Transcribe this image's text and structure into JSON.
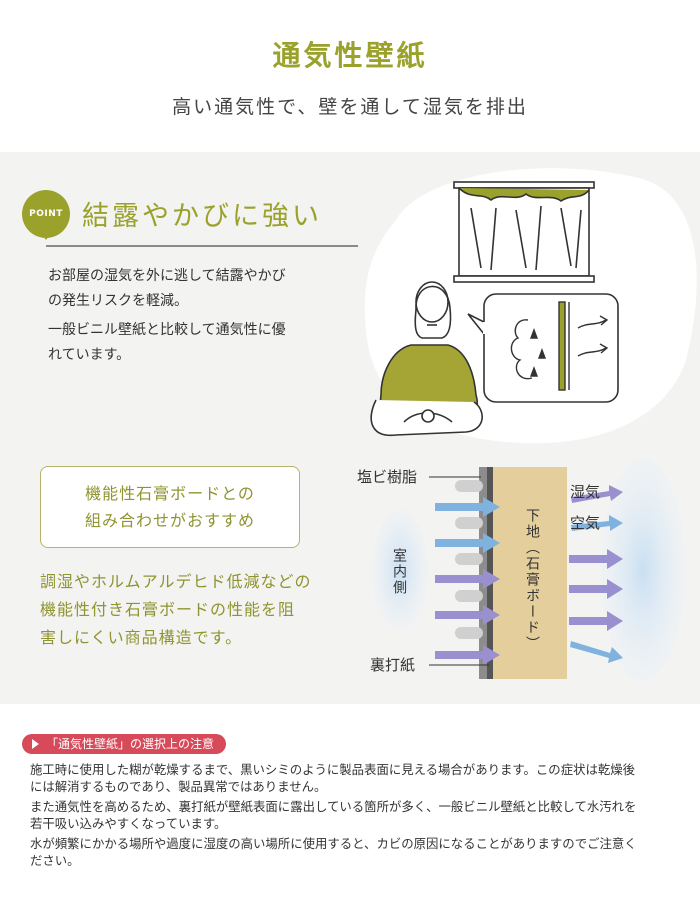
{
  "header": {
    "title": "通気性壁紙",
    "subtitle": "高い通気性で、壁を通して湿気を排出"
  },
  "point": {
    "badge": "POINT",
    "title": "結露やかびに強い",
    "paragraph1_line1": "お部屋の湿気を外に逃して結露やかび",
    "paragraph1_line2": "の発生リスクを軽減。",
    "paragraph2_line1": "一般ビニル壁紙と比較して通気性に優",
    "paragraph2_line2": "れています。"
  },
  "recommend": {
    "line1": "機能性石膏ボードとの",
    "line2": "組み合わせがおすすめ",
    "desc_line1": "調湿やホルムアルデヒド低減などの",
    "desc_line2": "機能性付き石膏ボードの性能を阻",
    "desc_line3": "害しにくい商品構造です。"
  },
  "diagram": {
    "label_pvc": "塩ビ樹脂",
    "label_backing": "裏打紙",
    "label_indoor": "室内側",
    "label_board": "下地（石膏ボード）",
    "label_humidity": "湿気",
    "label_air": "空気"
  },
  "notice": {
    "badge": "「通気性壁紙」の選択上の注意",
    "p1_line1": "施工時に使用した糊が乾燥するまで、黒いシミのように製品表面に見える場合があります。この症状は乾燥後",
    "p1_line2": "には解消するものであり、製品異常ではありません。",
    "p2_line1": "また通気性を高めるため、裏打紙が壁紙表面に露出している箇所が多く、一般ビニル壁紙と比較して水汚れを",
    "p2_line2": "若干吸い込みやすくなっています。",
    "p3_line1": "水が頻繁にかかる場所や過度に湿度の高い場所に使用すると、カビの原因になることがありますのでご注意く",
    "p3_line2": "ださい。"
  },
  "colors": {
    "accent": "#9aa22c",
    "panel_bg": "#f3f3f1",
    "notice_red": "#d64a5a",
    "board": "#e4cf9c",
    "arrow_blue": "#7fb2df",
    "arrow_purple": "#9a8fcf"
  }
}
